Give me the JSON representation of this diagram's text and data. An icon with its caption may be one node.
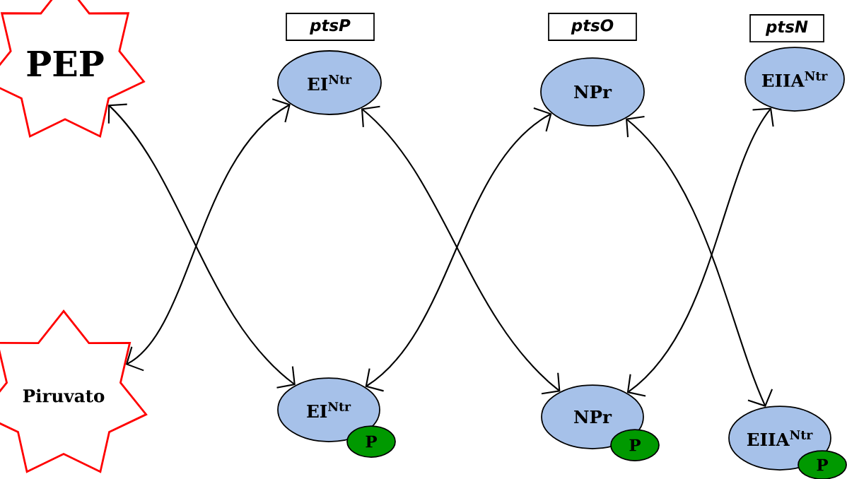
{
  "diagram": {
    "nodes": [
      {
        "text": [
          "PEP"
        ]
      },
      {
        "text": [
          "ptsP"
        ]
      },
      {
        "text": [
          "ptsO"
        ]
      },
      {
        "text": [
          "ptsN"
        ]
      },
      {
        "text": [
          "EI$^{Ntr}$"
        ]
      },
      {
        "text": [
          "NPr"
        ]
      },
      {
        "text": [
          "EIIA$^{Ntr}$"
        ]
      },
      {
        "text": [
          "Piruvato"
        ]
      },
      {
        "text": [
          "EI$^{Ntr}$"
        ]
      },
      {
        "text": [
          "P"
        ]
      },
      {
        "text": [
          "NPr"
        ]
      },
      {
        "text": [
          "P"
        ]
      },
      {
        "text": [
          "EIIA$^{Ntr}$"
        ]
      },
      {
        "text": [
          "P"
        ]
      }
    ],
    "edges": [
      {
        "from": 0,
        "to": 8,
        "arrow": "both"
      },
      {
        "from": 7,
        "to": 4,
        "arrow": "both"
      },
      {
        "from": 4,
        "to": 10,
        "arrow": "both"
      },
      {
        "from": 8,
        "to": 5,
        "arrow": "both"
      },
      {
        "from": 5,
        "to": 12,
        "arrow": "both"
      },
      {
        "from": 10,
        "to": 6,
        "arrow": "both"
      }
    ]
  }
}
